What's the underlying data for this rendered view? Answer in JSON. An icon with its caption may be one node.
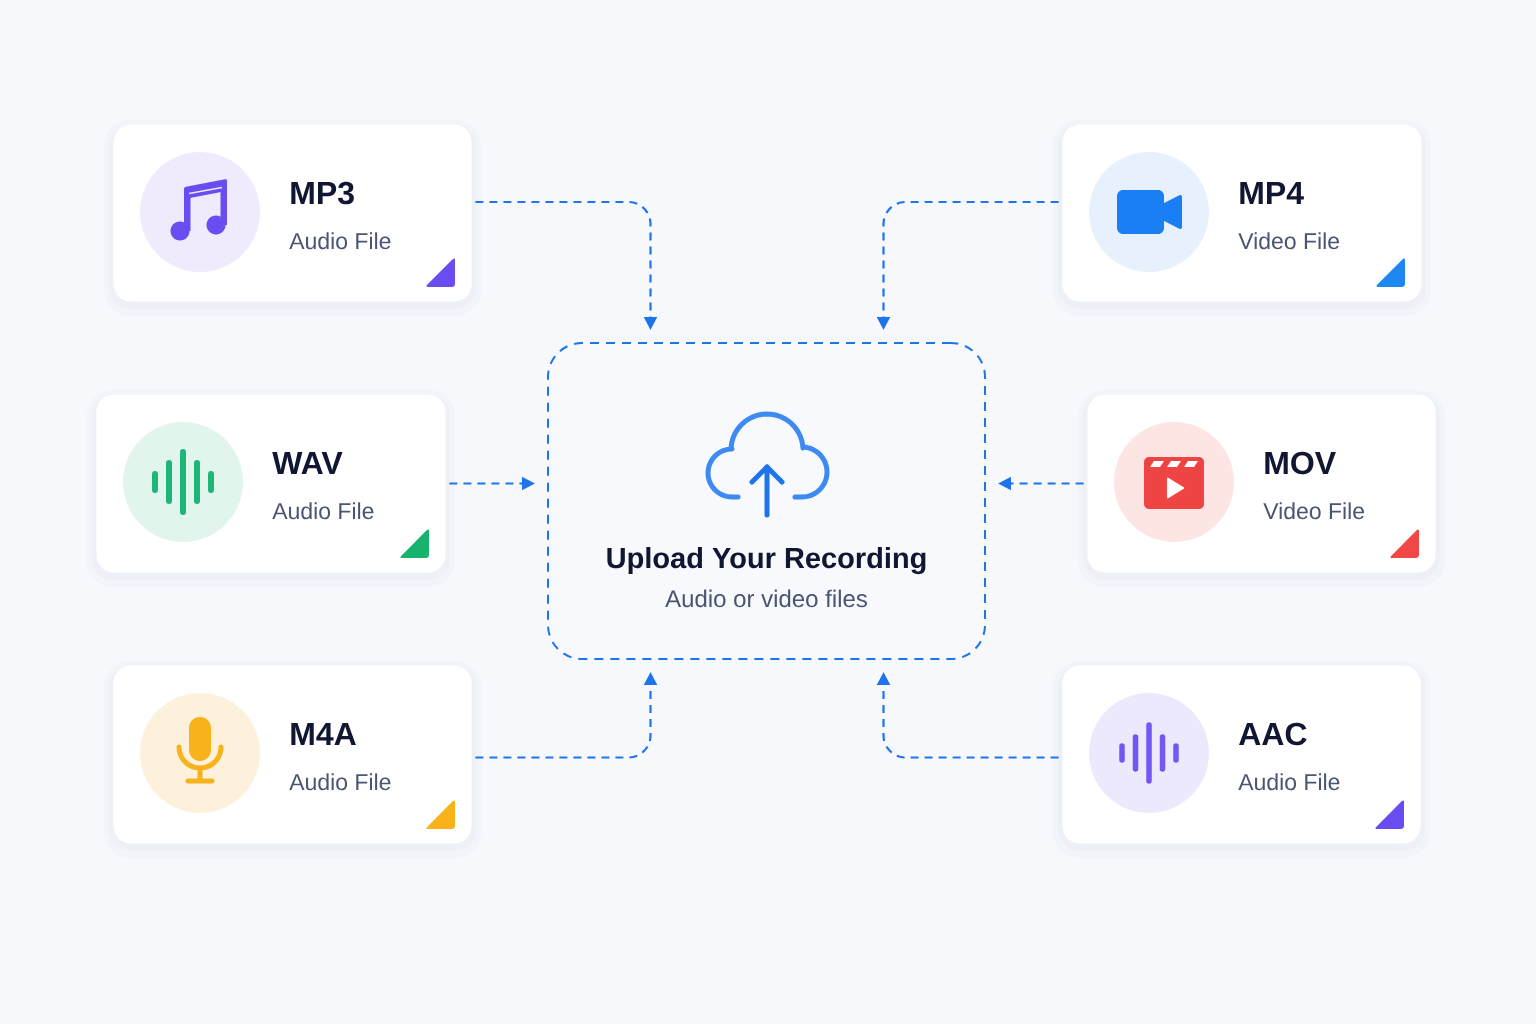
{
  "diagram": {
    "nodes": [
      {
        "text": [
          "MP3",
          "Audio File"
        ]
      },
      {
        "text": [
          "MP4",
          "Video File"
        ]
      },
      {
        "text": [
          "WAV",
          "Audio File"
        ]
      },
      {
        "text": [
          "Upload Your Recording",
          "Audio or video files"
        ]
      },
      {
        "text": [
          "MOV",
          "Video File"
        ]
      },
      {
        "text": [
          "M4A",
          "Audio File"
        ]
      },
      {
        "text": [
          "AAC",
          "Audio File"
        ]
      }
    ],
    "edges": [
      {
        "from": 0,
        "to": 3,
        "arrow": "to",
        "style": "dashed"
      },
      {
        "from": 1,
        "to": 3,
        "arrow": "to",
        "style": "dashed"
      },
      {
        "from": 2,
        "to": 3,
        "arrow": "to",
        "style": "dashed"
      },
      {
        "from": 4,
        "to": 3,
        "arrow": "to",
        "style": "dashed"
      },
      {
        "from": 5,
        "to": 3,
        "arrow": "to",
        "style": "dashed"
      },
      {
        "from": 6,
        "to": 3,
        "arrow": "to",
        "style": "dashed"
      }
    ]
  }
}
